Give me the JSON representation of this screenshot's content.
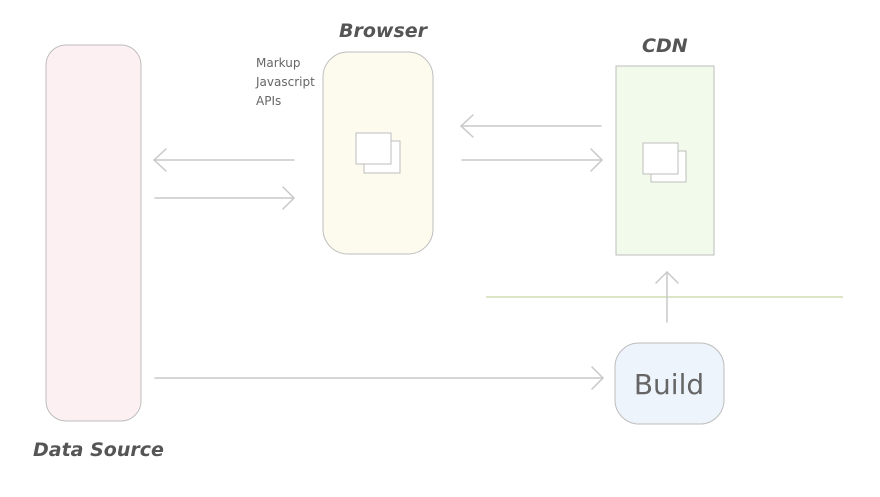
{
  "labels": {
    "browser": "Browser",
    "cdn": "CDN",
    "data_source": "Data Source",
    "build": "Build"
  },
  "annotation": {
    "lines": [
      "Markup",
      "Javascript",
      "APIs"
    ]
  },
  "colors": {
    "data_source_fill": "#fdf0f3",
    "browser_fill": "#fdfbee",
    "cdn_fill": "#f2fbeb",
    "build_fill": "#eef4fc",
    "outline": "#bdbdbd",
    "arrow": "#c8c8c8",
    "divider": "#b8cc8c",
    "text": "#555555"
  },
  "icons": {
    "browser_icon": "pages-icon",
    "cdn_icon": "pages-icon"
  }
}
